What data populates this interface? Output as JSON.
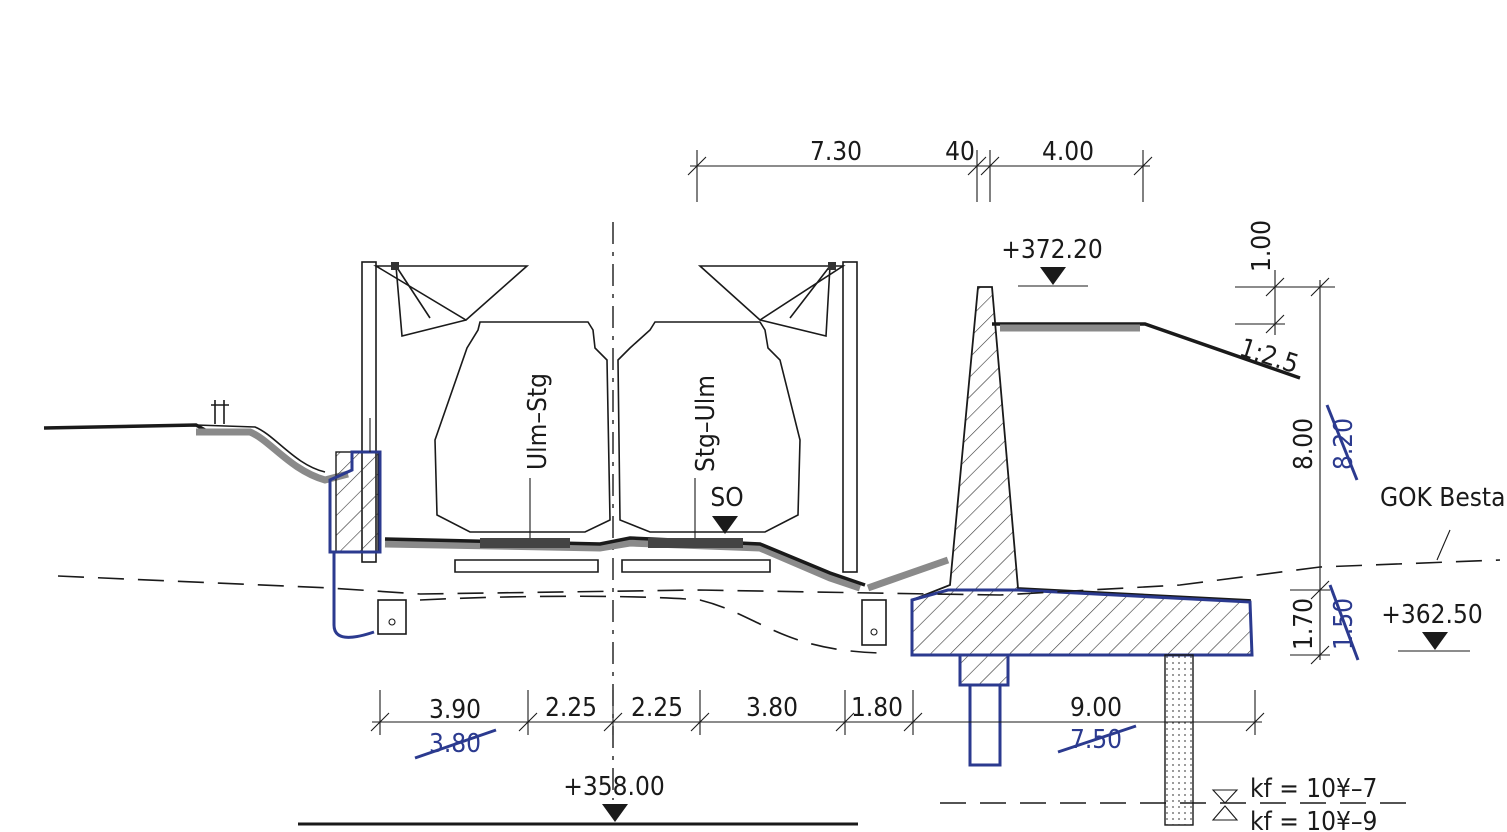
{
  "dimensions": {
    "top": [
      "7.30",
      "40",
      "4.00"
    ],
    "bottom": [
      "3.90",
      "2.25",
      "2.25",
      "3.80",
      "1.80",
      "9.00"
    ],
    "bottom_struck": [
      "3.80",
      "7.50"
    ],
    "vertical": [
      "1.00",
      "8.00",
      "1.70"
    ],
    "vertical_struck": [
      "8.20",
      "1.50"
    ]
  },
  "elevations": {
    "wall_top": "+372.20",
    "right": "+362.50",
    "bottom": "+358.00"
  },
  "labels": {
    "track_left": "Ulm–Stg",
    "track_right": "Stg–Ulm",
    "so": "SO",
    "slope": "1:2.5",
    "ground": "GOK Bestan",
    "kf1": "kf  =  10¥–7",
    "kf2": "kf  =  10¥–9"
  },
  "colors": {
    "line": "#1a1a1a",
    "revision": "#2b3a8f",
    "ballast": "#8a8a8a"
  }
}
